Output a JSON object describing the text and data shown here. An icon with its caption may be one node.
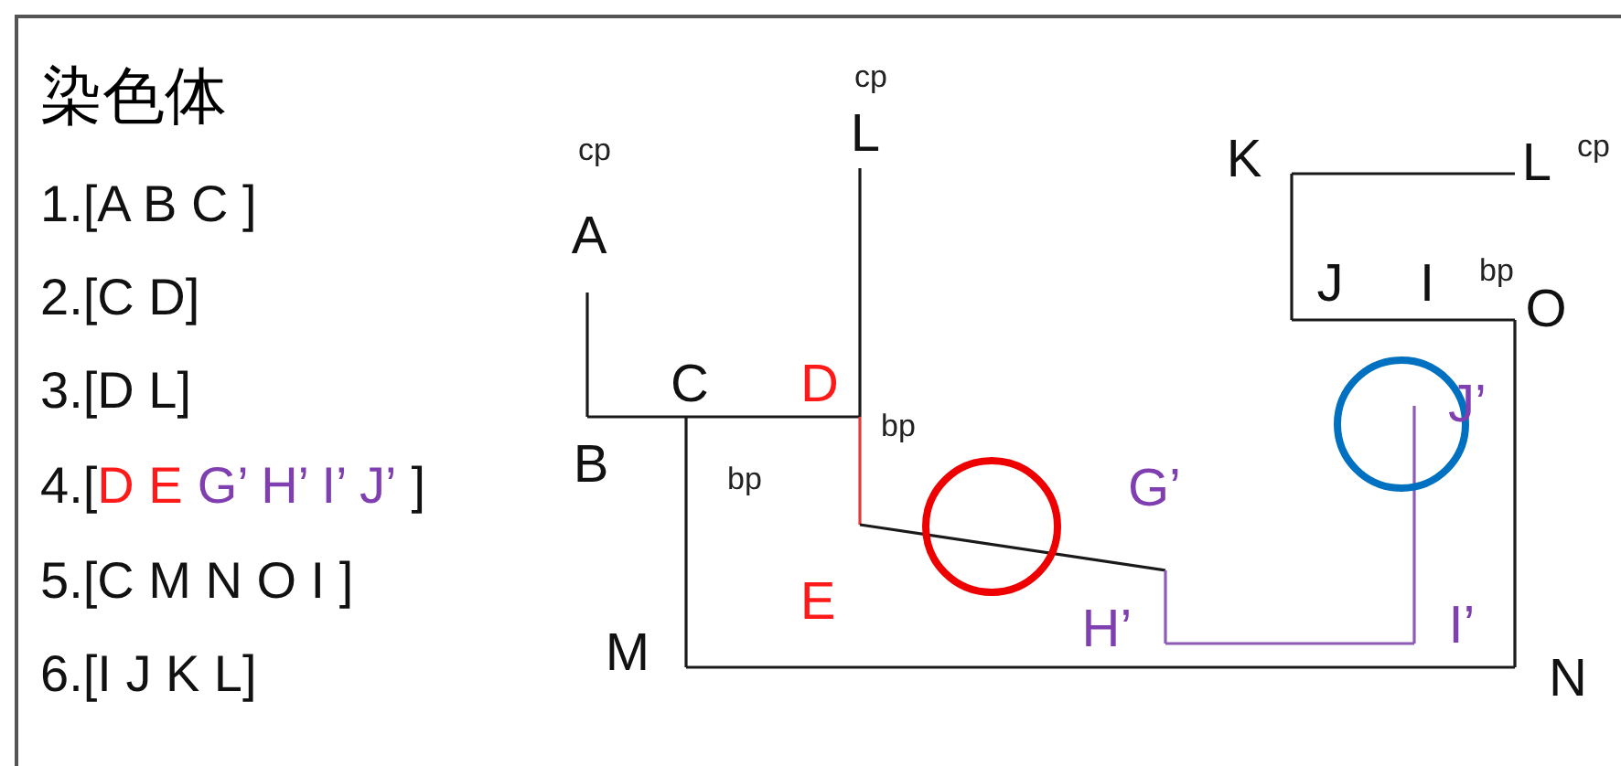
{
  "diagram": {
    "title": "染色体",
    "nodes": [
      {
        "text": [
          "A"
        ]
      },
      {
        "text": [
          "B"
        ]
      },
      {
        "text": [
          "C"
        ]
      },
      {
        "text": [
          "D"
        ]
      },
      {
        "text": [
          "L"
        ]
      },
      {
        "text": [
          "E"
        ]
      },
      {
        "text": [
          "G’"
        ]
      },
      {
        "text": [
          "H’"
        ]
      },
      {
        "text": [
          "I’"
        ]
      },
      {
        "text": [
          "J’"
        ]
      },
      {
        "text": [
          "M"
        ]
      },
      {
        "text": [
          "N"
        ]
      },
      {
        "text": [
          "O"
        ]
      },
      {
        "text": [
          "I"
        ]
      },
      {
        "text": [
          "J"
        ]
      },
      {
        "text": [
          "K"
        ]
      },
      {
        "text": [
          "L"
        ]
      }
    ],
    "edges": [
      {
        "from": 0,
        "to": 1,
        "arrow": "none"
      },
      {
        "from": 1,
        "to": 2,
        "arrow": "none"
      },
      {
        "from": 2,
        "to": 3,
        "arrow": "none"
      },
      {
        "from": 3,
        "to": 4,
        "arrow": "none"
      },
      {
        "from": 3,
        "to": 5,
        "arrow": "none",
        "color": "#e03c3c"
      },
      {
        "from": 5,
        "to": 7,
        "arrow": "none"
      },
      {
        "from": 7,
        "to": 8,
        "arrow": "none",
        "color": "#8e5bb5"
      },
      {
        "from": 8,
        "to": 9,
        "arrow": "none",
        "color": "#8e5bb5"
      },
      {
        "from": 2,
        "to": 10,
        "arrow": "none"
      },
      {
        "from": 10,
        "to": 11,
        "arrow": "none"
      },
      {
        "from": 11,
        "to": 12,
        "arrow": "none"
      },
      {
        "from": 12,
        "to": 13,
        "arrow": "none"
      },
      {
        "from": 13,
        "to": 14,
        "arrow": "none"
      },
      {
        "from": 14,
        "to": 15,
        "arrow": "none"
      },
      {
        "from": 15,
        "to": 16,
        "arrow": "none"
      }
    ],
    "labels": [
      "1.[A B C ]",
      "2.[C D]",
      "3.[D L]",
      "4.[",
      "D E",
      "G’ H’ I’ J’",
      "]",
      "5.[C M N O I ]",
      "6.[I J K L]",
      "cp",
      "cp",
      "cp",
      "bp",
      "bp",
      "bp"
    ]
  }
}
